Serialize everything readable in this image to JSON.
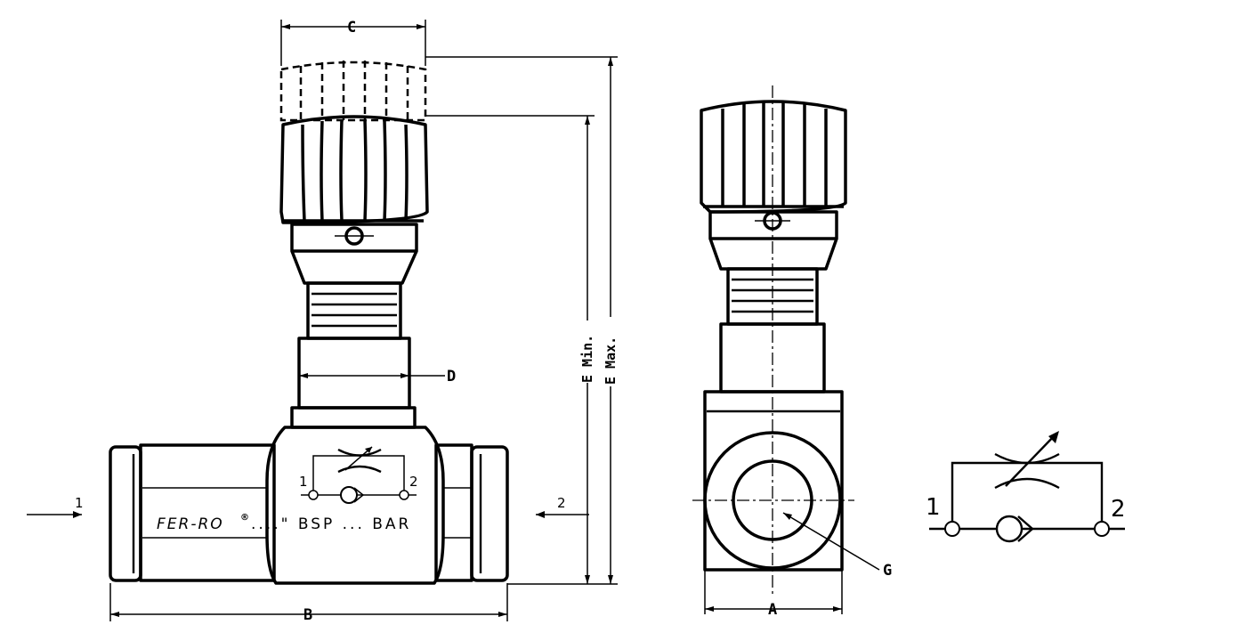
{
  "dimensions": {
    "a": "A",
    "b": "B",
    "c": "C",
    "d": "D",
    "e_min": "E Min.",
    "e_max": "E Max.",
    "g": "G"
  },
  "ports": {
    "inlet": "1",
    "outlet": "2"
  },
  "body_marking": {
    "brand": "FER-RO",
    "trademark": "®",
    "spec": "....\" BSP ...  BAR"
  },
  "symbol": {
    "port_in": "1",
    "port_out": "2"
  }
}
